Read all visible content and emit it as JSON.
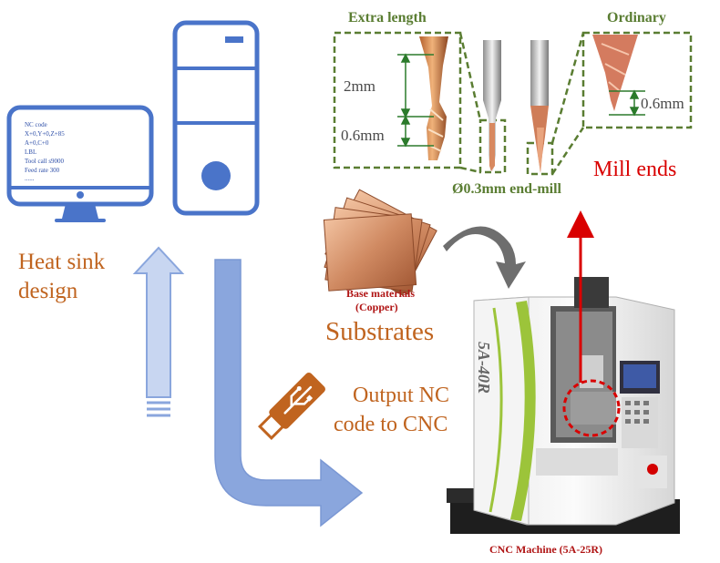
{
  "heat_sink_label": [
    "Heat sink",
    "design"
  ],
  "nc_code_lines": [
    "NC code",
    "X+0,Y+0,Z+85",
    "A+0,C+0",
    "LBL",
    "Tool call s9000",
    "Feed rate 300",
    "......"
  ],
  "output_label": [
    "Output NC",
    "code to CNC"
  ],
  "substrates_label": "Substrates",
  "base_materials_label": [
    "Base materials",
    "(Copper)"
  ],
  "extra_length_label": "Extra length",
  "ordinary_label": "Ordinary",
  "dim_2mm": "2mm",
  "dim_0_6mm_left": "0.6mm",
  "dim_0_6mm_right": "0.6mm",
  "end_mill_label": "Ø0.3mm end-mill",
  "mill_ends_label": "Mill ends",
  "cnc_label": "CNC Machine (5A-25R)",
  "machine_side_text": "5A-40R",
  "colors": {
    "icon_blue": "#4a74c9",
    "arrow_blue": "#8aa6dd",
    "label_orange": "#c0641f",
    "dash_green": "#5a7d32",
    "red": "#d90000",
    "machine_green": "#9cc43a"
  }
}
